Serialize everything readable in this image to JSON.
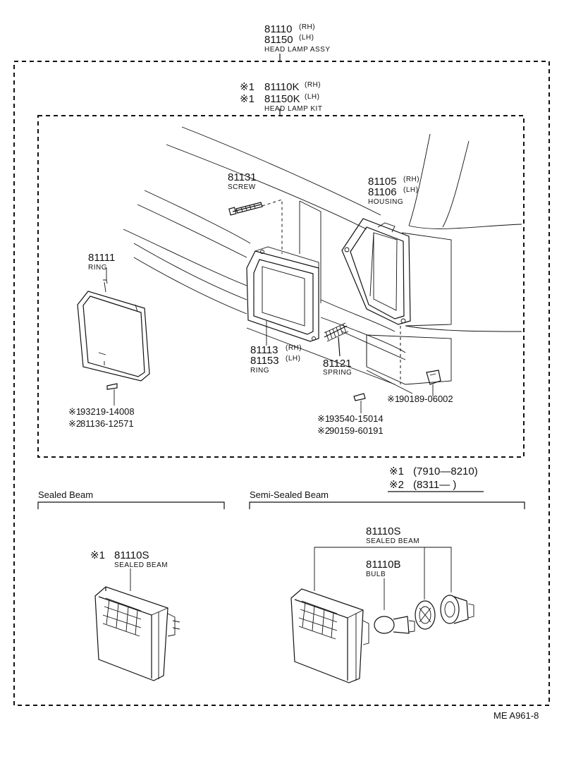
{
  "assy": {
    "pn1": "81110",
    "sfx1": "(RH)",
    "pn2": "81150",
    "sfx2": "(LH)",
    "name": "HEAD LAMP ASSY"
  },
  "kit": {
    "mark": "※1",
    "pn1": "81110K",
    "sfx1": "(RH)",
    "pn2": "81150K",
    "sfx2": "(LH)",
    "name": "HEAD LAMP KIT"
  },
  "screw": {
    "pn": "81131",
    "name": "SCREW"
  },
  "housing": {
    "pn1": "81105",
    "sfx1": "(RH)",
    "pn2": "81106",
    "sfx2": "(LH)",
    "name": "HOUSING"
  },
  "ring_outer": {
    "pn": "81111",
    "name": "RING"
  },
  "ring_inner": {
    "pn1": "81113",
    "sfx1": "(RH)",
    "pn2": "81153",
    "sfx2": "(LH)",
    "name": "RING"
  },
  "spring": {
    "pn": "81121",
    "name": "SPRING"
  },
  "clip_ref": {
    "mark": "※1",
    "pn": "90189-06002"
  },
  "screw_refs_left": [
    {
      "mark": "※1",
      "pn": "93219-14008"
    },
    {
      "mark": "※2",
      "pn": "81136-12571"
    }
  ],
  "screw_refs_right": [
    {
      "mark": "※1",
      "pn": "93540-15014"
    },
    {
      "mark": "※2",
      "pn": "90159-60191"
    }
  ],
  "legend": [
    {
      "mark": "※1",
      "range": "(7910—8210)"
    },
    {
      "mark": "※2",
      "range": "(8311—        )"
    }
  ],
  "sealed": {
    "title": "Sealed Beam",
    "mark": "※1",
    "pn": "81110S",
    "name": "SEALED BEAM"
  },
  "semi": {
    "title": "Semi-Sealed Beam",
    "pn": "81110S",
    "name": "SEALED BEAM",
    "bulb_pn": "81110B",
    "bulb_name": "BULB"
  },
  "footer": {
    "code": "ME  A961-8"
  }
}
